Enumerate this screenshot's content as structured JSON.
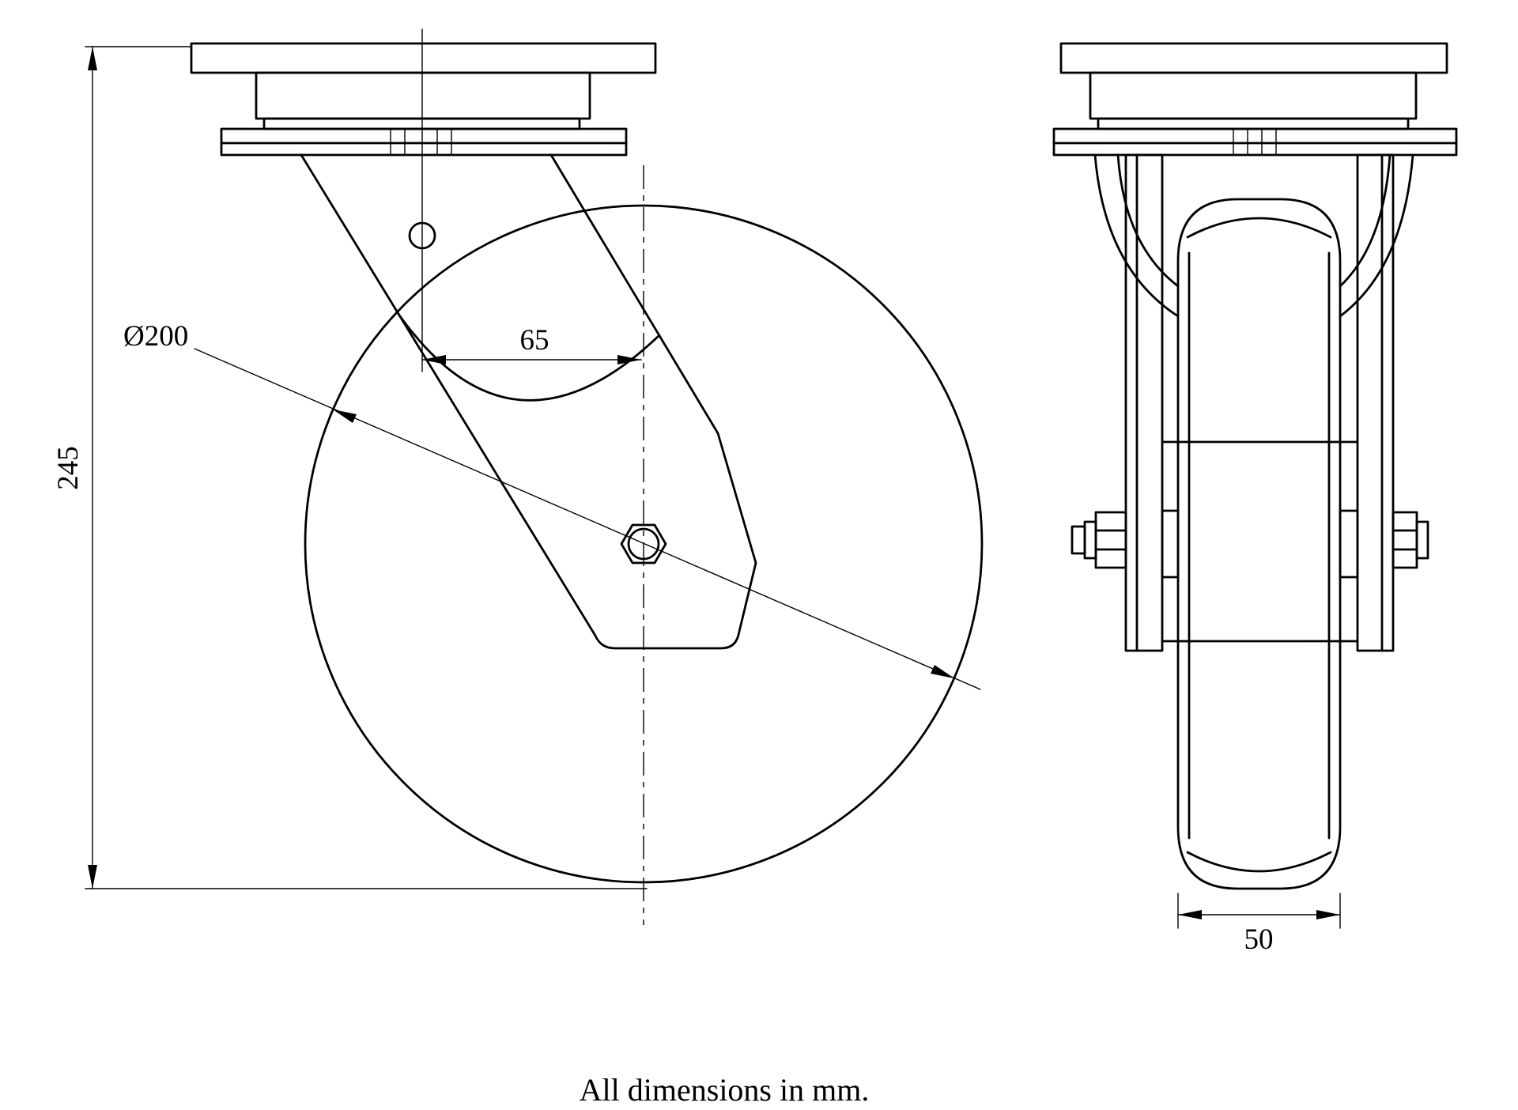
{
  "drawing": {
    "caption": "All dimensions in mm.",
    "dimensions": {
      "overall_height_mm": "245",
      "offset_mm": "65",
      "wheel_diameter": "Ø200",
      "wheel_width_mm": "50"
    },
    "line_color": "#000000",
    "background_color": "#ffffff"
  }
}
